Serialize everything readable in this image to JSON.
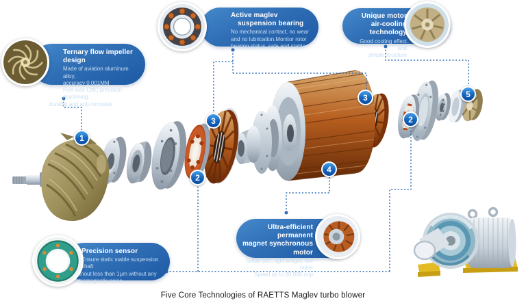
{
  "caption": "Five Core Technologies of RAETTS Maglev turbo blower",
  "callouts": {
    "impeller": {
      "title_lines": [
        "Ternary flow impeller design"
      ],
      "desc": [
        "Made of aviation aluminum alloy,",
        "accuracy 0.001MM",
        "Five-axis CNC precision machining,",
        "durable and anti-corrosive"
      ]
    },
    "maglev": {
      "title_lines": [
        "Active maglev",
        "suspension bearing"
      ],
      "desc": [
        "No mechanical contact, no wear",
        "and no lubrication.Monitor rotor",
        "bearing status, safe and stable"
      ]
    },
    "cooling": {
      "title_lines": [
        "Unique motor",
        "air-cooling technology"
      ],
      "desc": [
        "Good cooling effect and",
        "simple structure"
      ]
    },
    "motor": {
      "title_lines": [
        "Ultra-efficient permanent",
        "magnet synchronous motor"
      ],
      "desc": [
        "Small size, light weight, low noise",
        "Speed up to 60,000 rmp"
      ]
    },
    "sensor": {
      "title_lines": [
        "Precision sensor"
      ],
      "desc": [
        "Ensure static stable suspension shaft",
        "runout less than 1μm without any",
        "electromagnetic noise"
      ]
    }
  },
  "badges": {
    "impeller": "1",
    "sensor": "2",
    "maglev": "3",
    "motor": "4",
    "cooling": "5"
  },
  "colors": {
    "callout_blue": "#2e6cb4",
    "connector_blue": "#2e6db8",
    "badge_blue": "#0b4da2",
    "copper": "#b5541f",
    "impeller_gold": "#a5975e",
    "base_yellow": "#e3bb25"
  }
}
